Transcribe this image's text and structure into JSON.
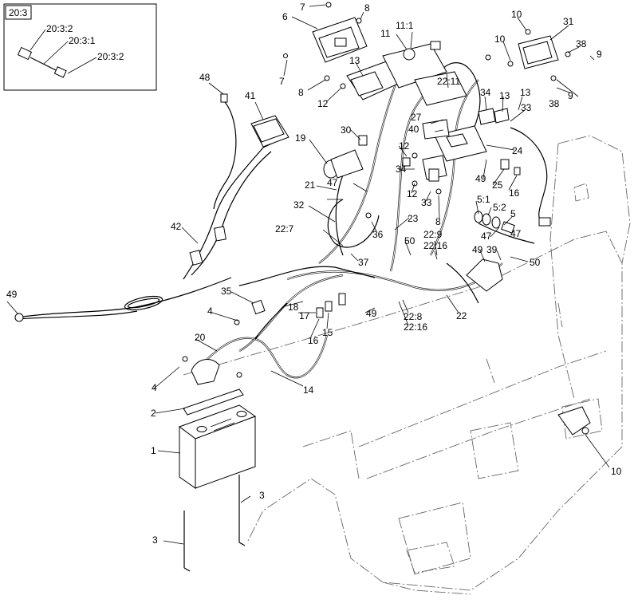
{
  "inset": {
    "title": "20:3",
    "labels": [
      "20:3:2",
      "20:3:1",
      "20:3:2"
    ]
  },
  "callouts": [
    "7",
    "8",
    "6",
    "11:1",
    "11",
    "10",
    "31",
    "10",
    "38",
    "9",
    "48",
    "41",
    "7",
    "8",
    "13",
    "12",
    "22:11",
    "34",
    "13",
    "13",
    "33",
    "38",
    "9",
    "27",
    "40",
    "30",
    "19",
    "12",
    "24",
    "34",
    "49",
    "25",
    "16",
    "12",
    "33",
    "8",
    "5:1",
    "5:2",
    "5",
    "47",
    "21",
    "47",
    "32",
    "23",
    "22:7",
    "36",
    "22:9",
    "22:16",
    "50",
    "49",
    "39",
    "47",
    "50",
    "37",
    "42",
    "49",
    "35",
    "18",
    "17",
    "15",
    "16",
    "49",
    "22:8",
    "22:16",
    "22",
    "4",
    "20",
    "4",
    "14",
    "2",
    "1",
    "3",
    "3",
    "10"
  ]
}
